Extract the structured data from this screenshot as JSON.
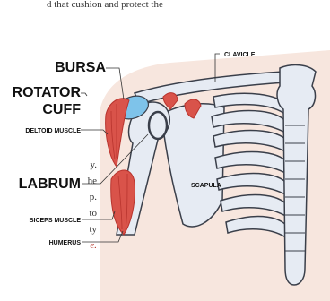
{
  "caption_fragment_top": "d that cushion and protect the",
  "left_fragments": [
    "y.",
    "he",
    "p.",
    "to",
    "ty"
  ],
  "left_fragment_red": "e.",
  "labels": {
    "bursa": "BURSA",
    "rotator_line1": "ROTATOR",
    "rotator_line2": "CUFF",
    "deltoid": "DELTOID MUSCLE",
    "labrum": "LABRUM",
    "biceps": "BICEPS MUSCLE",
    "humerus": "HUMERUS",
    "clavicle": "CLAVICLE",
    "scapula": "SCAPULA"
  },
  "colors": {
    "skin": "#f7e6de",
    "bone": "#e6ebf3",
    "bone_outline": "#3a3f4a",
    "muscle": "#d9534a",
    "muscle_dark": "#b8342e",
    "bursa": "#7ec3ea",
    "leader": "#333333"
  }
}
